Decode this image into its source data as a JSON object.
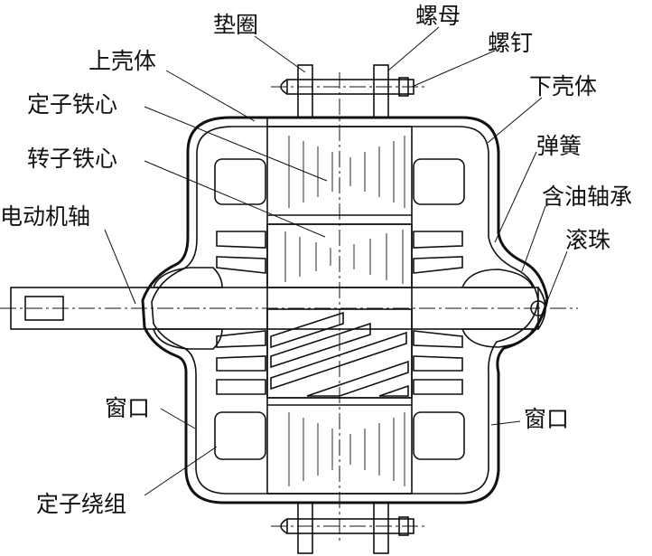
{
  "diagram": {
    "labels": {
      "gasket": "垫圈",
      "nut": "螺母",
      "screw": "螺钉",
      "upper_housing": "上壳体",
      "lower_housing": "下壳体",
      "stator_core": "定子铁心",
      "rotor_core": "转子铁心",
      "spring": "弹簧",
      "oil_bearing": "含油轴承",
      "motor_shaft": "电动机轴",
      "ball": "滚珠",
      "window_left": "窗口",
      "window_right": "窗口",
      "stator_winding": "定子绕组"
    }
  }
}
